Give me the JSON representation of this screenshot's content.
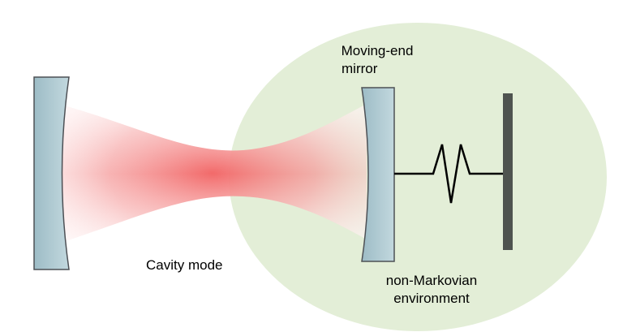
{
  "labels": {
    "mirror_line1": "Moving-end",
    "mirror_line2": "mirror",
    "cavity": "Cavity mode",
    "environment_line1": "non-Markovian",
    "environment_line2": "environment"
  },
  "colors": {
    "environment_fill": "#e3eed7",
    "mirror_fill": "#a9c6cf",
    "mirror_stroke": "#4d5055",
    "beam_core": "#f26a6a",
    "spring_stroke": "#000000",
    "wall_fill": "#4e534f"
  }
}
